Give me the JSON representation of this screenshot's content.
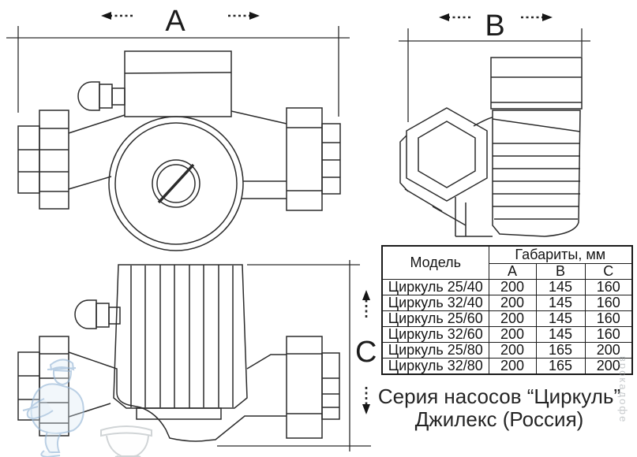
{
  "views": {
    "front": {
      "dim_label": "A"
    },
    "side": {
      "dim_label": "B"
    },
    "top": {
      "dim_label": "C"
    }
  },
  "table": {
    "header": {
      "model": "Модель",
      "group": "Габариты, мм",
      "a": "A",
      "b": "B",
      "c": "C"
    },
    "rows": [
      {
        "model": "Циркуль 25/40",
        "a": "200",
        "b": "145",
        "c": "160"
      },
      {
        "model": "Циркуль 32/40",
        "a": "200",
        "b": "145",
        "c": "160"
      },
      {
        "model": "Циркуль 25/60",
        "a": "200",
        "b": "145",
        "c": "160"
      },
      {
        "model": "Циркуль 32/60",
        "a": "200",
        "b": "145",
        "c": "160"
      },
      {
        "model": "Циркуль 25/80",
        "a": "200",
        "b": "165",
        "c": "200"
      },
      {
        "model": "Циркуль 32/80",
        "a": "200",
        "b": "165",
        "c": "200"
      }
    ]
  },
  "caption": {
    "line1": "Серия насосов “Циркуль”",
    "line2": "Джилекс (Россия)"
  },
  "watermark": {
    "vertical_text": "врокадофе"
  },
  "colors": {
    "line": "#2b2b2b",
    "text": "#1c1c1c",
    "watermark_blue": "#9dbcd9",
    "watermark_gray": "#c5cacd"
  }
}
